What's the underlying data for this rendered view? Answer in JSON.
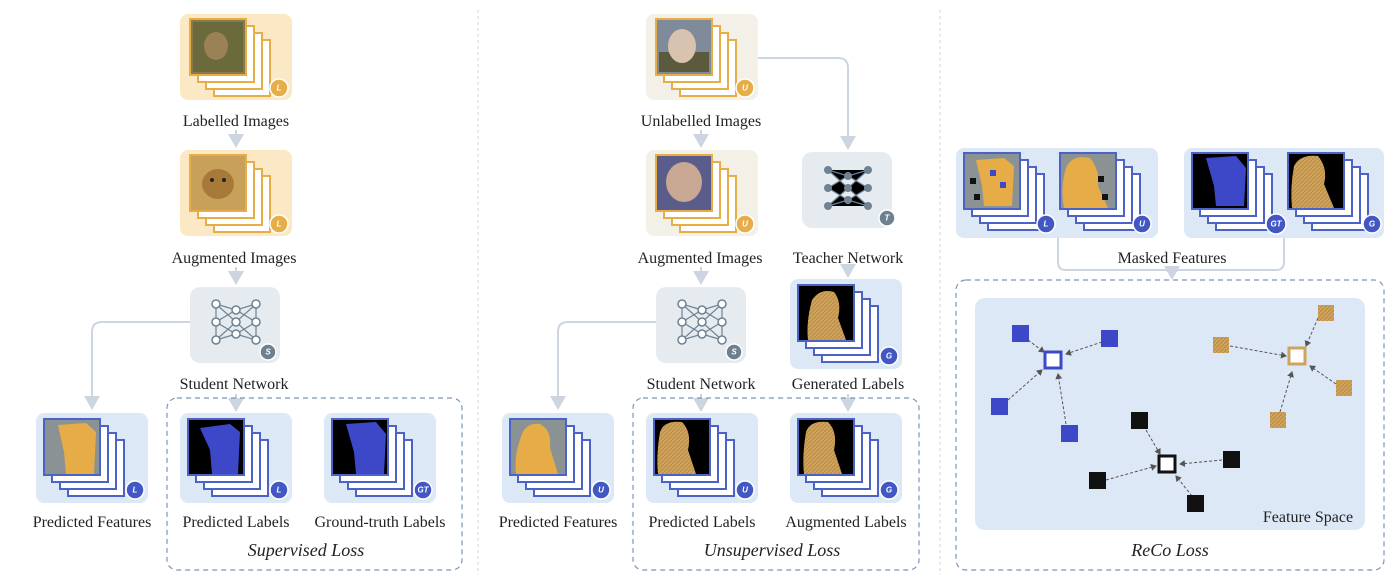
{
  "colors": {
    "labelled": "#e7ad47",
    "labelled_bg": "#fbe8c4",
    "unlabelled_bg": "#f3f0e8",
    "network_bg": "#e6ebef",
    "network_icon": "#6e8294",
    "feature_bg": "#dde8f6",
    "feature_frame": "#4b63c6",
    "blue": "#3d48c8",
    "tan": "#cfa35c",
    "black": "#111111",
    "loss_border": "#7a95b8",
    "badge_L": "#e7ad47",
    "badge_S": "#6e7f8e",
    "badge_T": "#6e7f8e",
    "badge_blue": "#4257c4"
  },
  "panel1": {
    "labelled_images": "Labelled Images",
    "labelled_badge": "L",
    "augmented_images": "Augmented Images",
    "augmented_badge": "L",
    "student_network": "Student Network",
    "student_badge": "S",
    "predicted_features": "Predicted Features",
    "predicted_features_badge": "L",
    "predicted_labels": "Predicted Labels",
    "predicted_labels_badge": "L",
    "ground_truth_labels": "Ground-truth Labels",
    "ground_truth_badge": "GT",
    "loss": "Supervised Loss"
  },
  "panel2": {
    "unlabelled_images": "Unlabelled Images",
    "unlabelled_badge": "U",
    "augmented_images": "Augmented Images",
    "augmented_badge": "U",
    "teacher_network": "Teacher Network",
    "teacher_badge": "T",
    "student_network": "Student Network",
    "student_badge": "S",
    "generated_labels": "Generated Labels",
    "generated_badge": "G",
    "predicted_features": "Predicted Features",
    "predicted_features_badge": "U",
    "predicted_labels": "Predicted Labels",
    "predicted_labels_badge": "U",
    "augmented_labels": "Augmented Labels",
    "augmented_labels_badge": "G",
    "loss": "Unsupervised Loss"
  },
  "panel3": {
    "masked_features": "Masked Features",
    "badges": [
      "L",
      "U",
      "GT",
      "G"
    ],
    "feature_space": "Feature Space",
    "loss": "ReCo Loss"
  }
}
